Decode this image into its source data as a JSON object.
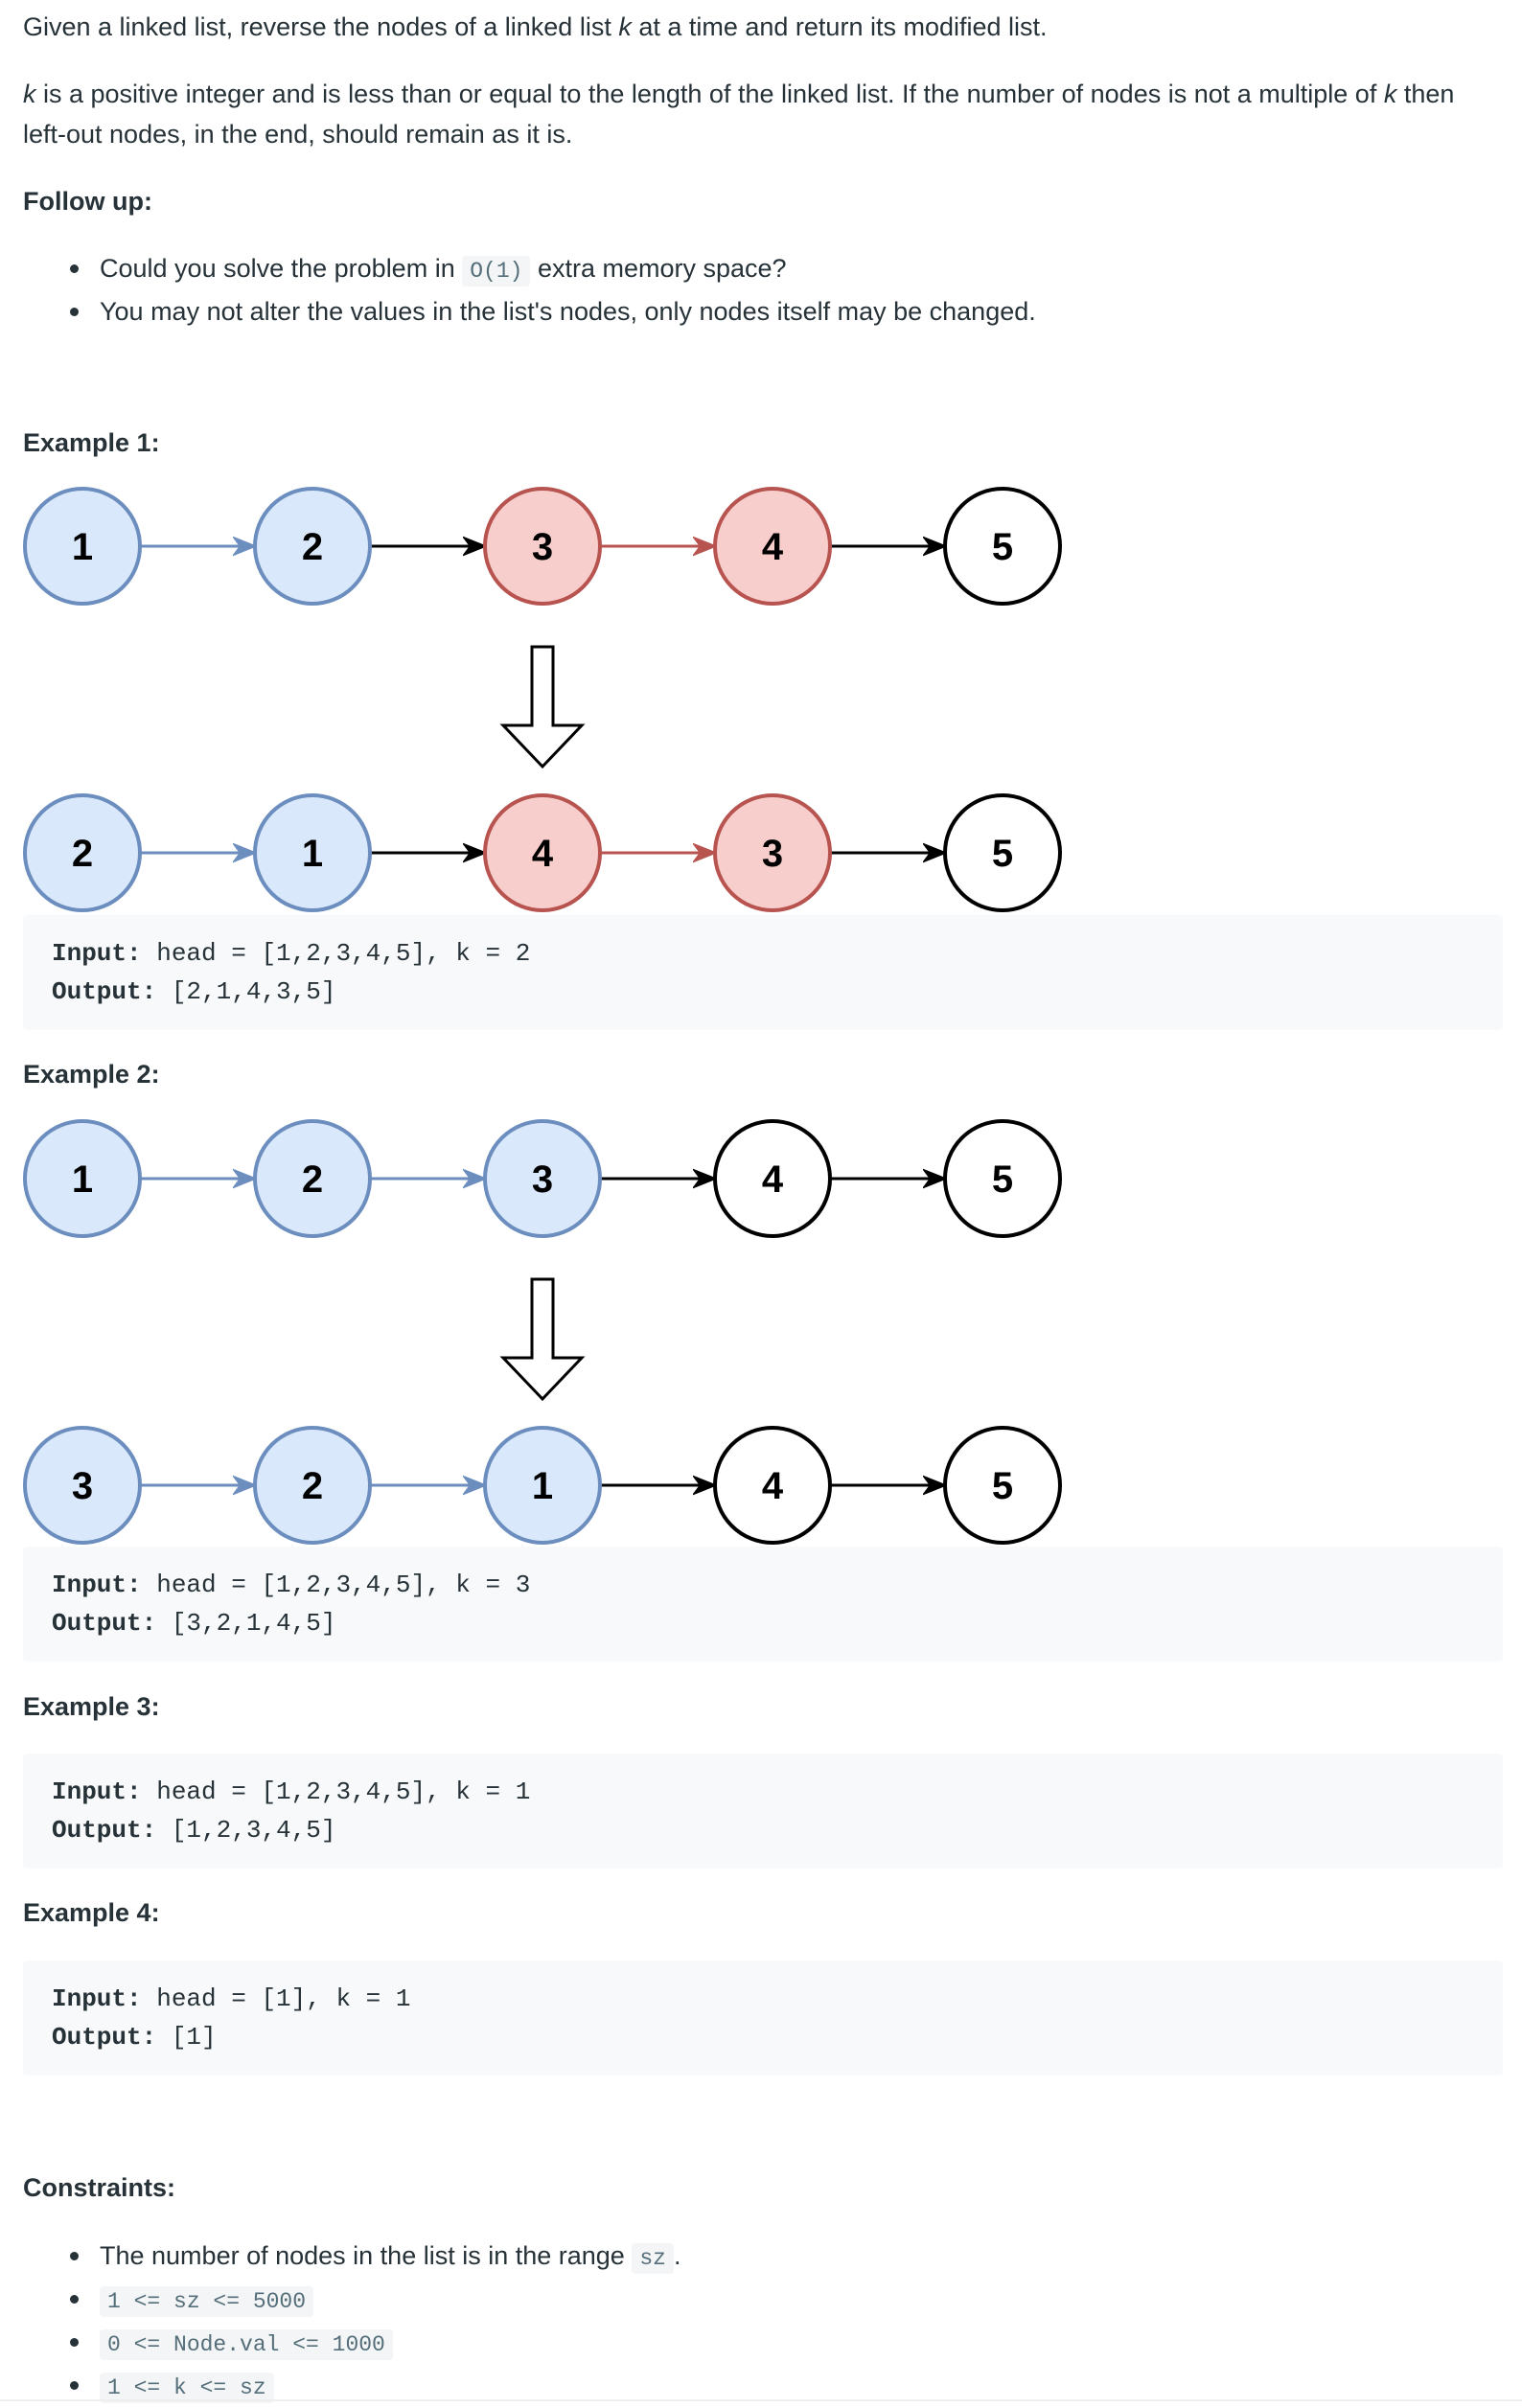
{
  "intro": {
    "line1_prefix": "Given a linked list, reverse the nodes of a linked list ",
    "line1_k": "k",
    "line1_suffix": " at a time and return its modified list.",
    "line2_k": "k",
    "line2_a": " is a positive integer and is less than or equal to the length of the linked list. If the number of nodes is not a multiple of ",
    "line2_k2": "k",
    "line2_b": " then left-out nodes, in the end, should remain as it is."
  },
  "follow_up": {
    "heading": "Follow up:",
    "item1_prefix": "Could you solve the problem in ",
    "item1_code": "O(1)",
    "item1_suffix": " extra memory space?",
    "item2": "You may not alter the values in the list's nodes, only nodes itself may be changed."
  },
  "colors": {
    "blue_fill": "#dae8fc",
    "blue_stroke": "#6c8ebf",
    "red_fill": "#f8cecc",
    "red_stroke": "#b85450",
    "white_fill": "#ffffff",
    "black_stroke": "#000000"
  },
  "examples": [
    {
      "heading": "Example 1:",
      "diagram": {
        "before": [
          {
            "label": "1",
            "color": "blue"
          },
          {
            "label": "2",
            "color": "blue"
          },
          {
            "label": "3",
            "color": "red"
          },
          {
            "label": "4",
            "color": "red"
          },
          {
            "label": "5",
            "color": "white"
          }
        ],
        "after": [
          {
            "label": "2",
            "color": "blue"
          },
          {
            "label": "1",
            "color": "blue"
          },
          {
            "label": "4",
            "color": "red"
          },
          {
            "label": "3",
            "color": "red"
          },
          {
            "label": "5",
            "color": "white"
          }
        ],
        "before_arrows": [
          "blue",
          "black",
          "red",
          "black"
        ],
        "after_arrows": [
          "blue",
          "black",
          "red",
          "black"
        ]
      },
      "input_label": "Input:",
      "input_value": " head = [1,2,3,4,5], k = 2",
      "output_label": "Output:",
      "output_value": " [2,1,4,3,5]"
    },
    {
      "heading": "Example 2:",
      "diagram": {
        "before": [
          {
            "label": "1",
            "color": "blue"
          },
          {
            "label": "2",
            "color": "blue"
          },
          {
            "label": "3",
            "color": "blue"
          },
          {
            "label": "4",
            "color": "white"
          },
          {
            "label": "5",
            "color": "white"
          }
        ],
        "after": [
          {
            "label": "3",
            "color": "blue"
          },
          {
            "label": "2",
            "color": "blue"
          },
          {
            "label": "1",
            "color": "blue"
          },
          {
            "label": "4",
            "color": "white"
          },
          {
            "label": "5",
            "color": "white"
          }
        ],
        "before_arrows": [
          "blue",
          "blue",
          "black",
          "black"
        ],
        "after_arrows": [
          "blue",
          "blue",
          "black",
          "black"
        ]
      },
      "input_label": "Input:",
      "input_value": " head = [1,2,3,4,5], k = 3",
      "output_label": "Output:",
      "output_value": " [3,2,1,4,5]"
    },
    {
      "heading": "Example 3:",
      "input_label": "Input:",
      "input_value": " head = [1,2,3,4,5], k = 1",
      "output_label": "Output:",
      "output_value": " [1,2,3,4,5]"
    },
    {
      "heading": "Example 4:",
      "input_label": "Input:",
      "input_value": " head = [1], k = 1",
      "output_label": "Output:",
      "output_value": " [1]"
    }
  ],
  "constraints": {
    "heading": "Constraints:",
    "item1_prefix": "The number of nodes in the list is in the range ",
    "item1_code": "sz",
    "item1_suffix": ".",
    "item2_code": "1 <= sz <= 5000",
    "item3_code": "0 <= Node.val <= 1000",
    "item4_code": "1 <= k <= sz"
  }
}
